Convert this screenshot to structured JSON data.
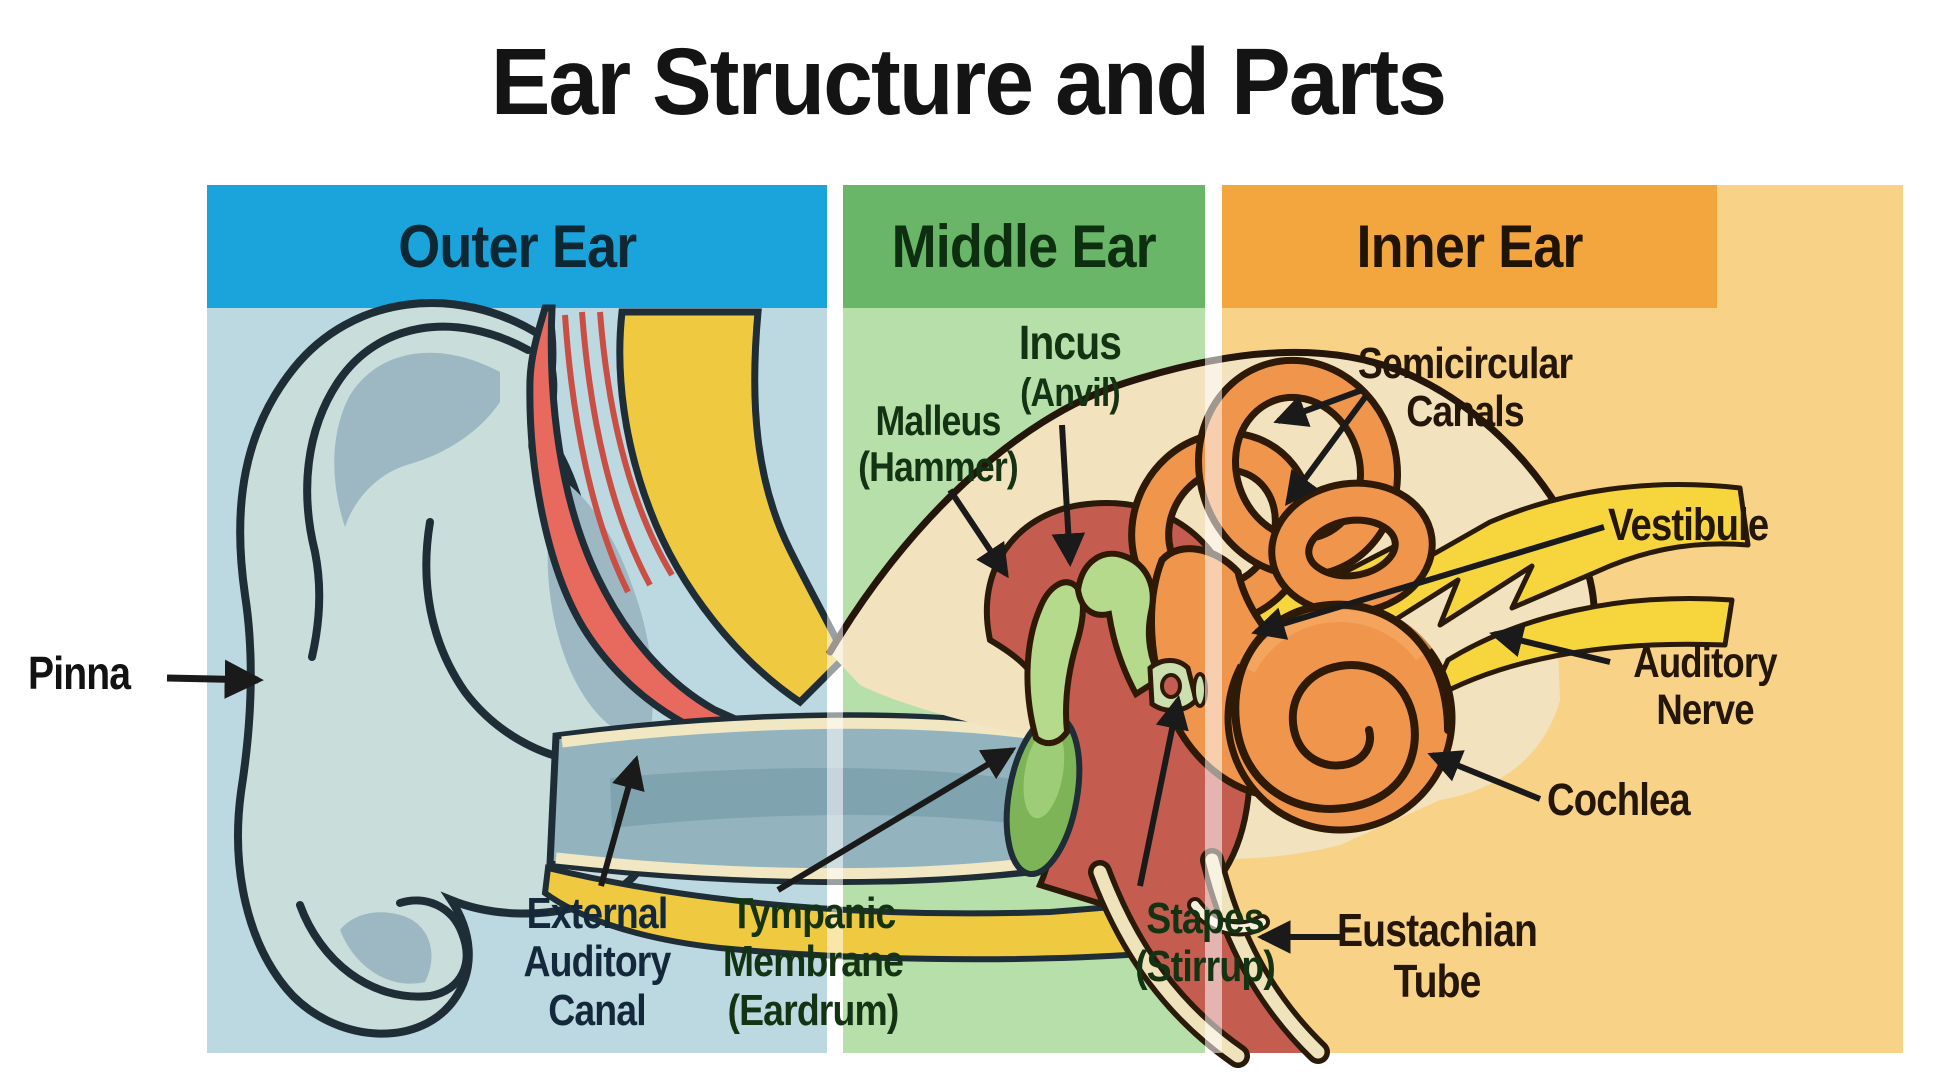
{
  "title": "Ear Structure and Parts",
  "sections": {
    "outer": {
      "label": "Outer Ear"
    },
    "middle": {
      "label": "Middle Ear"
    },
    "inner": {
      "label": "Inner Ear"
    }
  },
  "palette": {
    "outer_header": "#1BA4DC",
    "outer_body": "#BCD8E1",
    "middle_header": "#69B669",
    "middle_body": "#B6DFA9",
    "inner_header": "#F4A63E",
    "inner_body": "#F8D387",
    "title_color": "#141414",
    "arrow_color": "#1a1a1a"
  },
  "annotations": {
    "pinna": {
      "text": "Pinna"
    },
    "external_auditory_canal": {
      "lines": [
        "External",
        "Auditory",
        "Canal"
      ]
    },
    "tympanic_membrane": {
      "lines": [
        "Tympanic",
        "Membrane",
        "(Eardrum)"
      ]
    },
    "stapes": {
      "lines": [
        "Stapes",
        "(Stirrup)"
      ]
    },
    "malleus": {
      "lines": [
        "Malleus",
        "(Hammer)"
      ]
    },
    "incus": {
      "lines": [
        "Incus",
        "(Anvil)"
      ]
    },
    "semicircular_canals": {
      "lines": [
        "Semicircular",
        "Canals"
      ]
    },
    "vestibule": {
      "text": "Vestibule"
    },
    "auditory_nerve": {
      "lines": [
        "Auditory",
        "Nerve"
      ]
    },
    "cochlea": {
      "text": "Cochlea"
    },
    "eustachian_tube": {
      "lines": [
        "Eustachian",
        "Tube"
      ]
    }
  }
}
